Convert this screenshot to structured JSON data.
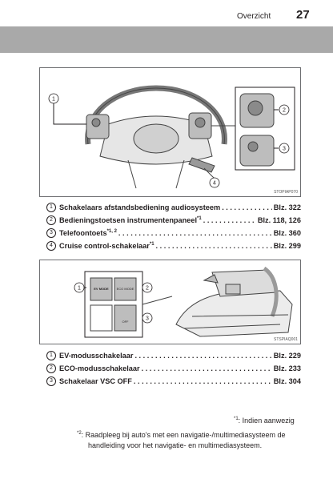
{
  "header": {
    "section_title": "Overzicht",
    "page_number": "27"
  },
  "figure1": {
    "code": "STOPIAP070",
    "callouts": [
      "1",
      "2",
      "3",
      "4"
    ]
  },
  "list1": [
    {
      "num": "1",
      "label": "Schakelaars afstandsbediening audiosysteem",
      "sup": "",
      "ref": "Blz. 322"
    },
    {
      "num": "2",
      "label": "Bedieningstoetsen instrumentenpaneel",
      "sup": "*1",
      "ref": "Blz. 118, 126"
    },
    {
      "num": "3",
      "label": "Telefoontoets",
      "sup": "*1, 2",
      "ref": "Blz. 360"
    },
    {
      "num": "4",
      "label": "Cruise control-schakelaar",
      "sup": "*1",
      "ref": "Blz. 299"
    }
  ],
  "figure2": {
    "code": "STSPIAQ001",
    "callouts": [
      "1",
      "2",
      "3"
    ],
    "ev_label": "EV MODE",
    "eco_label": "ECO MODE",
    "vsc_label": "OFF"
  },
  "list2": [
    {
      "num": "1",
      "label": "EV-modusschakelaar",
      "sup": "",
      "ref": "Blz. 229"
    },
    {
      "num": "2",
      "label": "ECO-modusschakelaar",
      "sup": "",
      "ref": "Blz. 233"
    },
    {
      "num": "3",
      "label": "Schakelaar VSC OFF",
      "sup": "",
      "ref": "Blz. 304"
    }
  ],
  "footnotes": {
    "fn1_mark": "*1",
    "fn1_text": ": Indien aanwezig",
    "fn2_mark": "*2",
    "fn2_line1": ": Raadpleeg bij auto's met een navigatie-/multimediasysteem de",
    "fn2_line2": "handleiding voor het navigatie- en multimediasysteem."
  }
}
